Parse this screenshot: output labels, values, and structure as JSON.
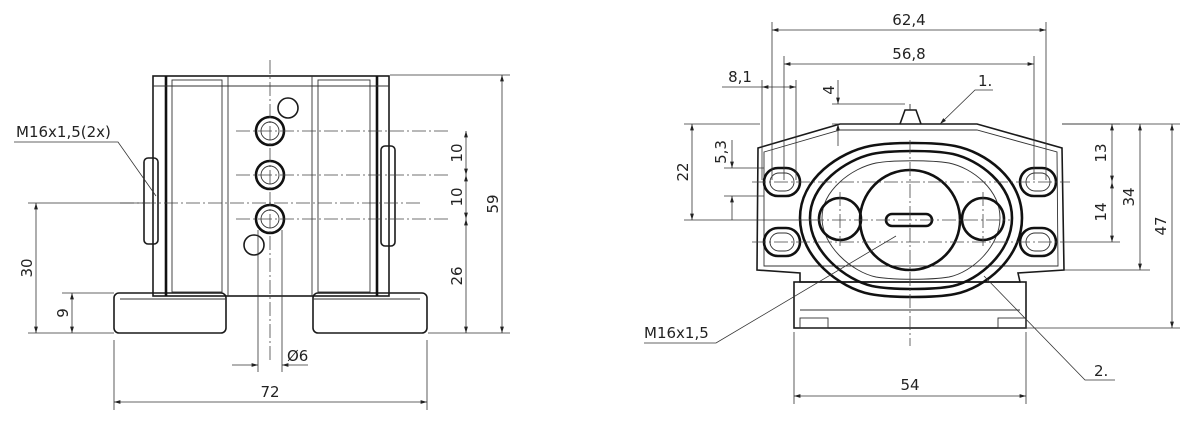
{
  "left_view": {
    "thread_label": "M16x1,5(2x)",
    "dim_height_total": "59",
    "dim_height_top1": "10",
    "dim_height_top2": "10",
    "dim_height_lower": "26",
    "dim_center_height": "30",
    "dim_base_height": "9",
    "dim_hole_diameter": "Ø6",
    "dim_width": "72"
  },
  "right_view": {
    "dim_width_outer": "62,4",
    "dim_width_inner": "56,8",
    "dim_offset": "8,1",
    "dim_vent": "4",
    "dim_upper_height": "22",
    "dim_slot": "5,3",
    "dim_slot_top": "13",
    "dim_slot_spacing": "14",
    "dim_flange_height": "34",
    "dim_total_height": "47",
    "dim_base_width": "54",
    "thread_label": "M16x1,5",
    "callout_1": "1.",
    "callout_2": "2."
  }
}
